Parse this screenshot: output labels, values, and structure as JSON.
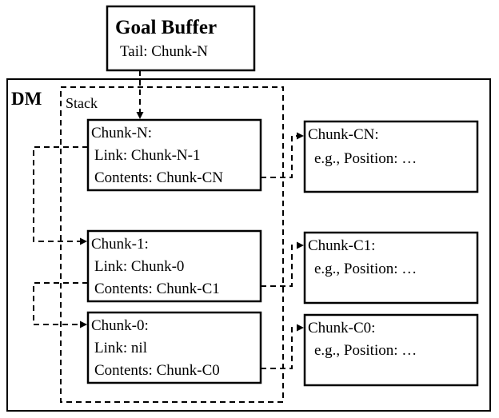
{
  "goal_buffer": {
    "title": "Goal Buffer",
    "tail": "Tail: Chunk-N"
  },
  "dm": {
    "label": "DM",
    "stack_label": "Stack"
  },
  "chunks": [
    {
      "name": "Chunk-N:",
      "link": "Link: Chunk-N-1",
      "contents": "Contents: Chunk-CN"
    },
    {
      "name": "Chunk-1:",
      "link": "Link: Chunk-0",
      "contents": "Contents: Chunk-C1"
    },
    {
      "name": "Chunk-0:",
      "link": "Link: nil",
      "contents": "Contents: Chunk-C0"
    }
  ],
  "content_chunks": [
    {
      "name": "Chunk-CN:",
      "detail": "e.g., Position: …"
    },
    {
      "name": "Chunk-C1:",
      "detail": "e.g., Position: …"
    },
    {
      "name": "Chunk-C0:",
      "detail": "e.g., Position: …"
    }
  ]
}
